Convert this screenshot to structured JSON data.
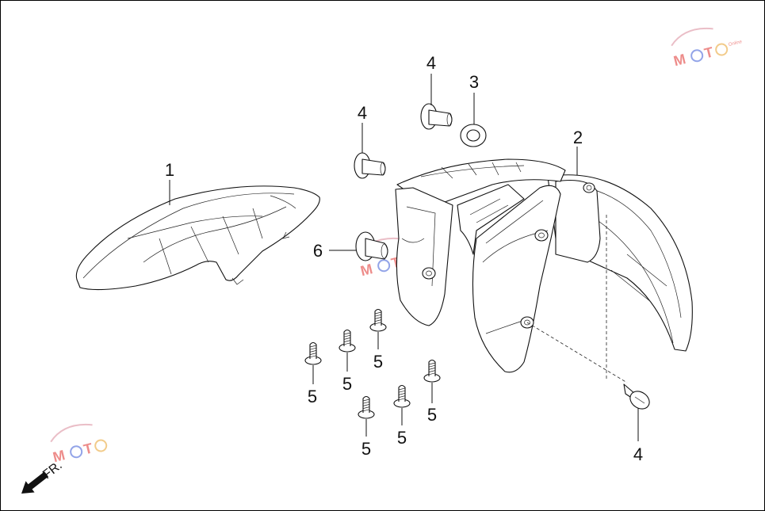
{
  "callouts": {
    "front_fender": "1",
    "rear_fender_inner": "2",
    "collar": "3",
    "bolt_top": "4",
    "bolt_left": "4",
    "bolt_bottom_right": "4",
    "screw_a": "5",
    "screw_b": "5",
    "screw_c": "5",
    "screw_d": "5",
    "screw_e": "5",
    "screw_f": "5",
    "bolt_6": "6"
  },
  "direction_label": "FR.",
  "watermark": {
    "text": "MOTO",
    "colors": [
      "#e0302c",
      "#3b5bd6",
      "#e8a22c"
    ]
  }
}
